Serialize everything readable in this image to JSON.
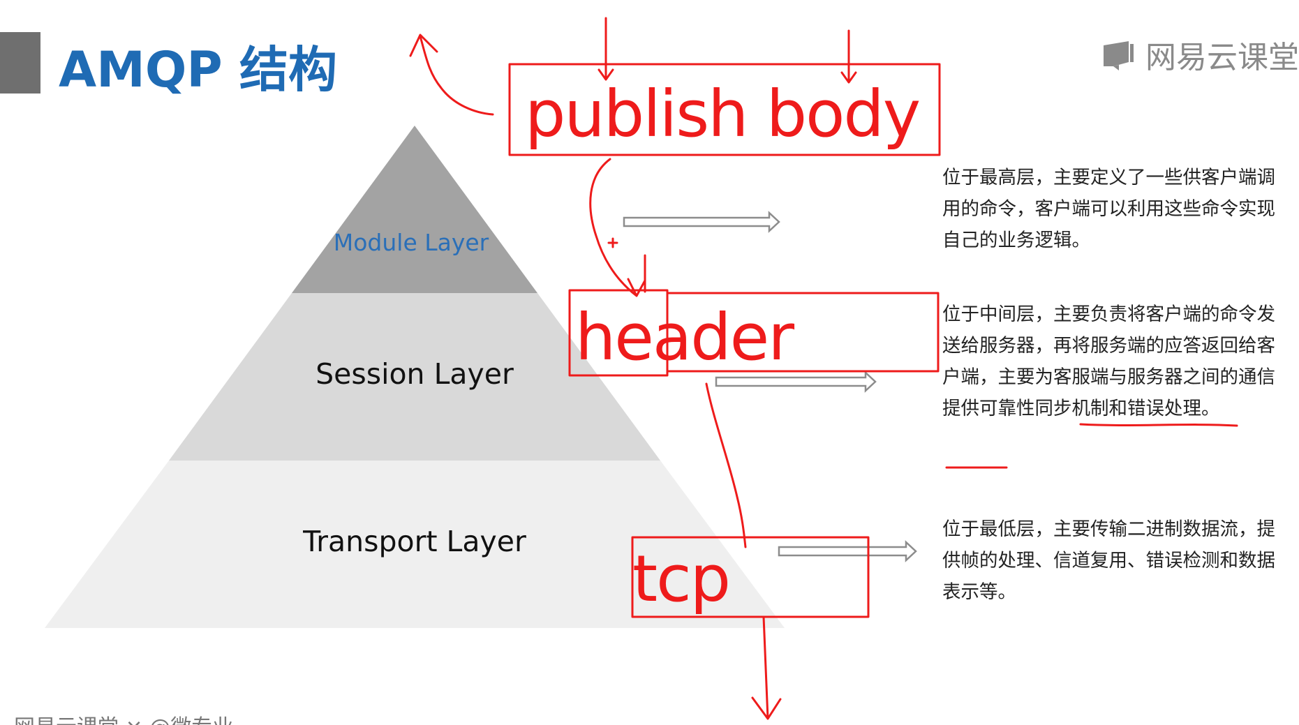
{
  "slide": {
    "title": "AMQP 结构",
    "brand": "网易云课堂",
    "footer": "网易云课堂 × @微专业"
  },
  "layers": [
    {
      "name": "Module Layer",
      "description": "位于最高层，主要定义了一些供客户端调用的命令，客户端可以利用这些命令实现自己的业务逻辑。"
    },
    {
      "name": "Session Layer",
      "description": "位于中间层，主要负责将客户端的命令发送给服务器，再将服务端的应答返回给客户端，主要为客服端与服务器之间的通信提供可靠性同步机制和错误处理。"
    },
    {
      "name": "Transport Layer",
      "description": "位于最低层，主要传输二进制数据流，提供帧的处理、信道复用、错误检测和数据表示等。"
    }
  ],
  "annotations": {
    "publish_body": "publish body",
    "header": "header",
    "tcp": "tcp"
  },
  "colors": {
    "title": "#1f6bb4",
    "module_layer_fill": "#a3a3a3",
    "session_layer_fill": "#d9d9d9",
    "transport_layer_fill": "#efefef",
    "annotation": "#ee1b1b"
  }
}
